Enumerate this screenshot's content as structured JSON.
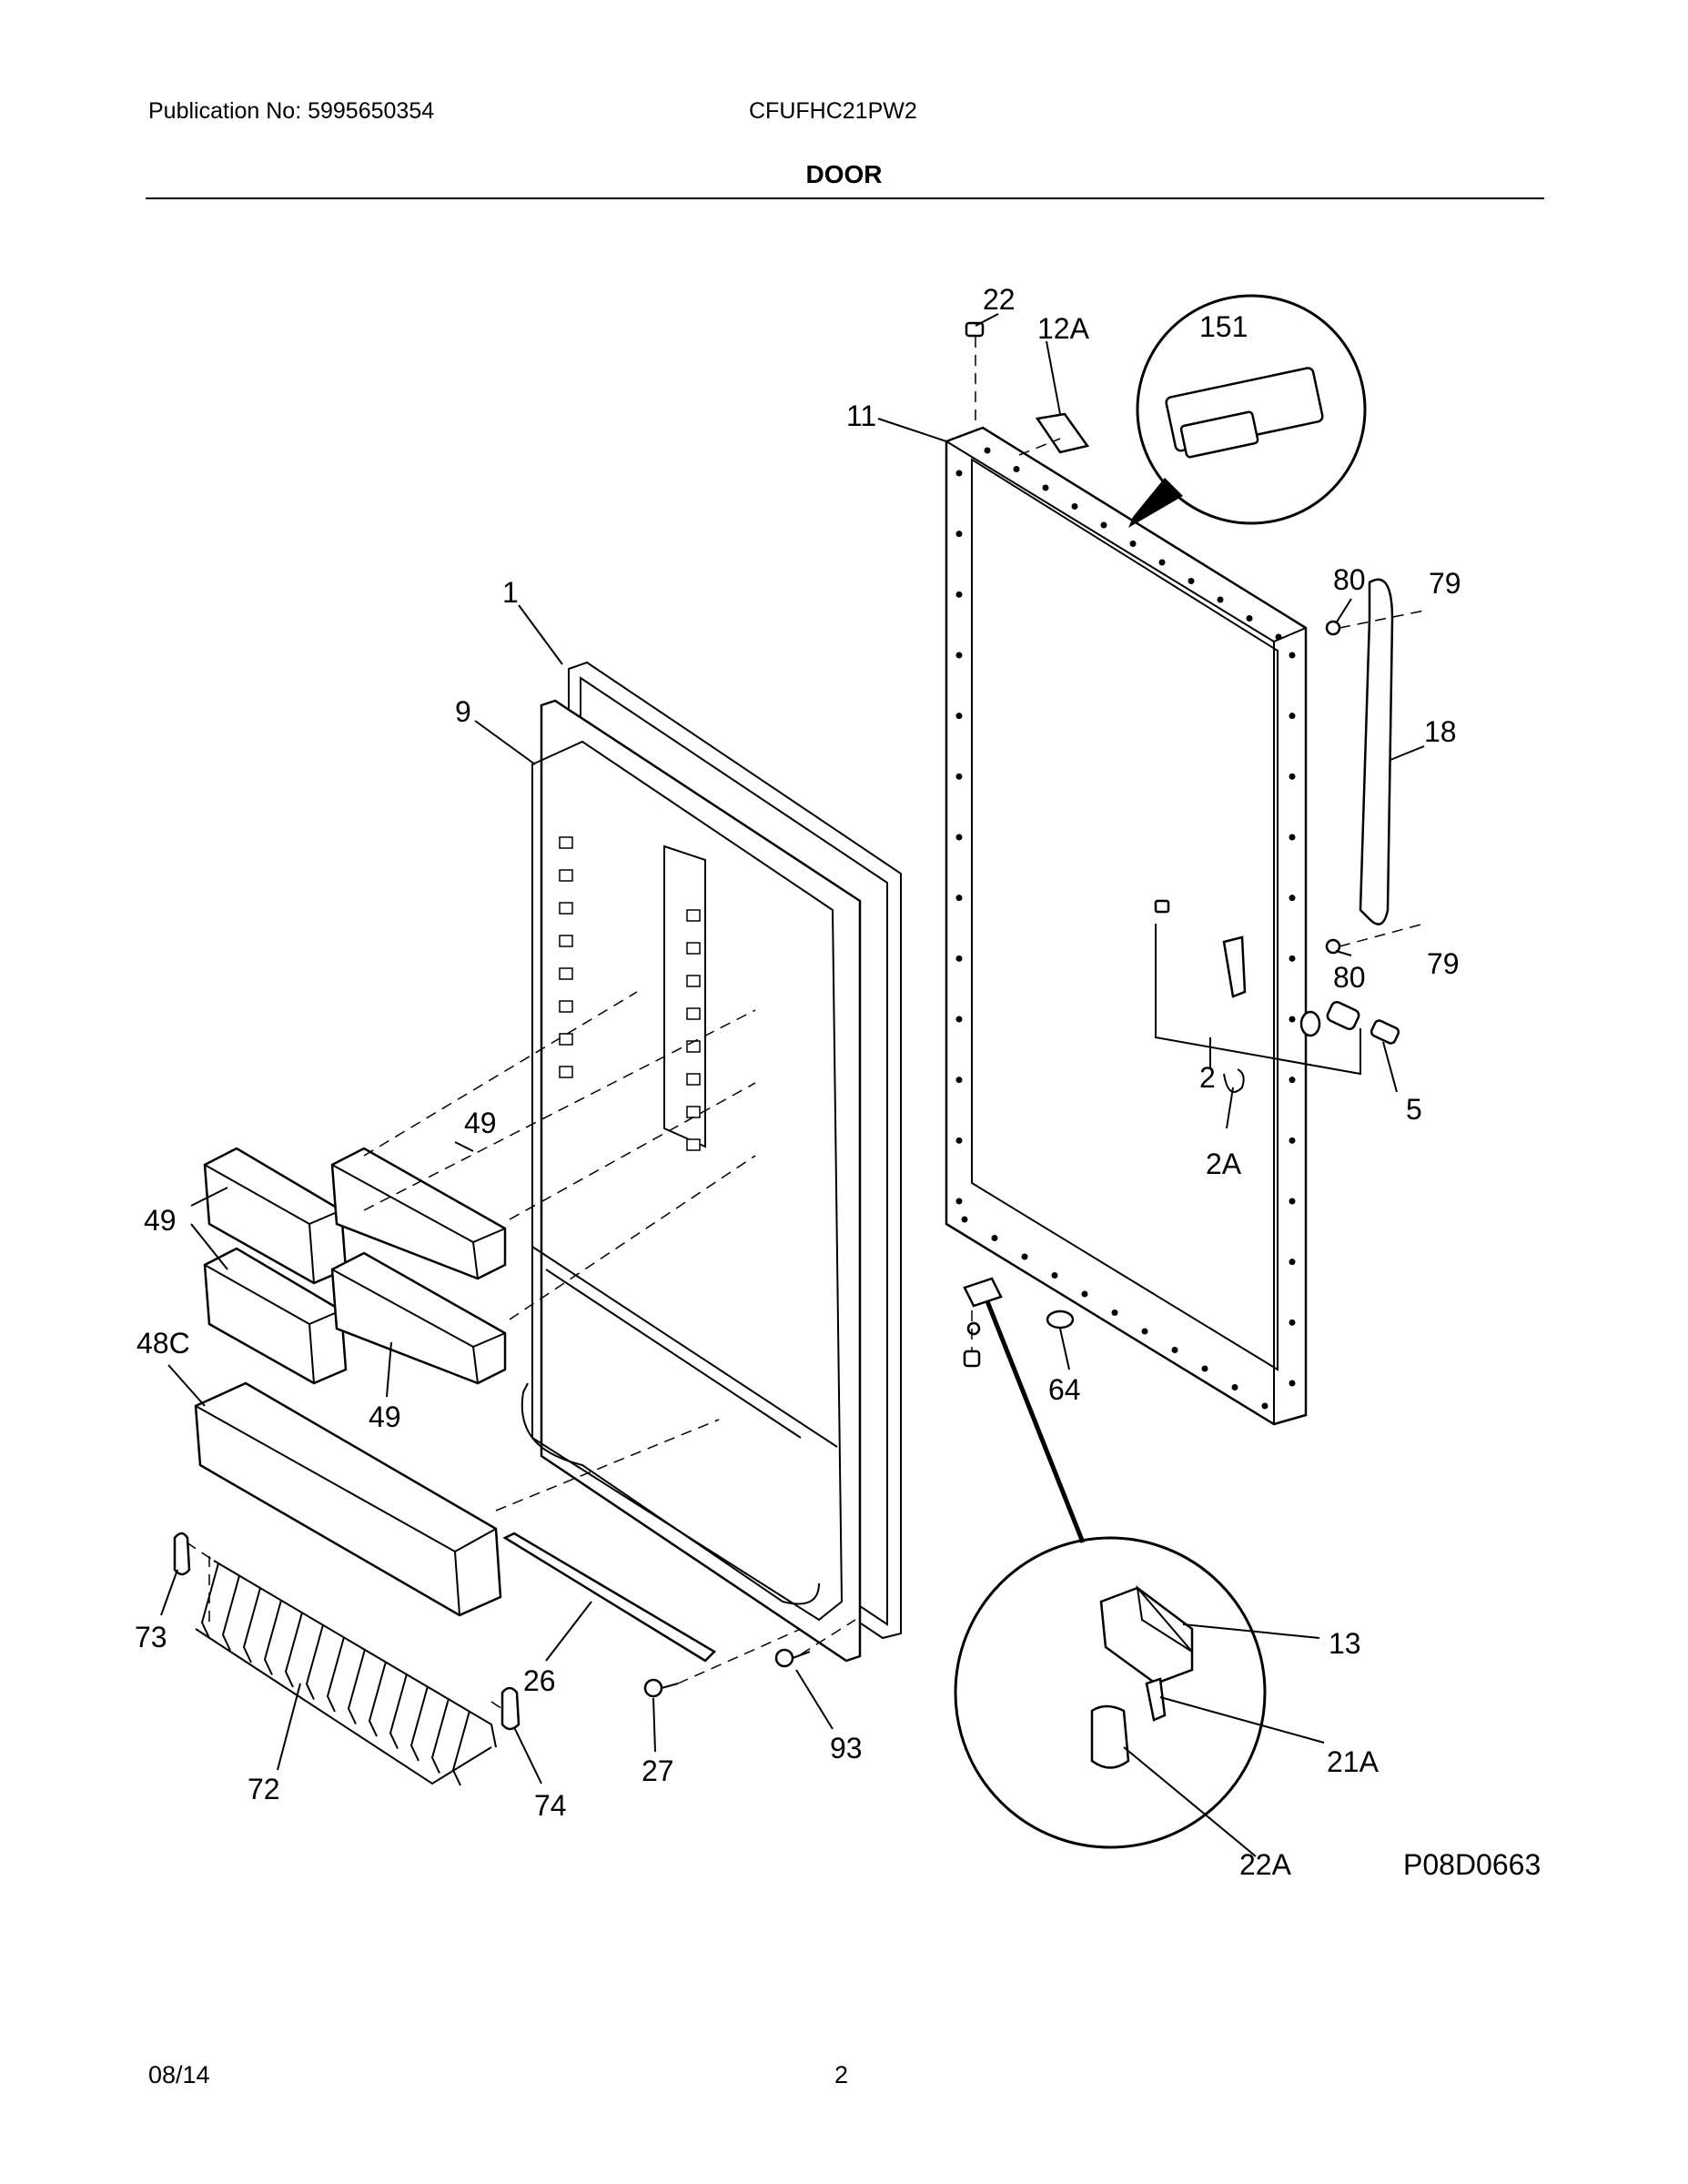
{
  "header": {
    "publication": "Publication No: 5995650354",
    "model": "CFUFHC21PW2",
    "section": "DOOR"
  },
  "footer": {
    "date": "08/14",
    "page": "2"
  },
  "diagram": {
    "code": "P08D0663",
    "callouts": {
      "c1": "1",
      "c9": "9",
      "c11": "11",
      "c12A": "12A",
      "c22": "22",
      "c151": "151",
      "c80a": "80",
      "c79a": "79",
      "c18": "18",
      "c80b": "80",
      "c79b": "79",
      "c2": "2",
      "c5": "5",
      "c2A": "2A",
      "c49a": "49",
      "c49b": "49",
      "c49c": "49",
      "c48C": "48C",
      "c64": "64",
      "c73": "73",
      "c26": "26",
      "c93": "93",
      "c72": "72",
      "c27": "27",
      "c74": "74",
      "c13": "13",
      "c21A": "21A",
      "c22A": "22A"
    }
  }
}
